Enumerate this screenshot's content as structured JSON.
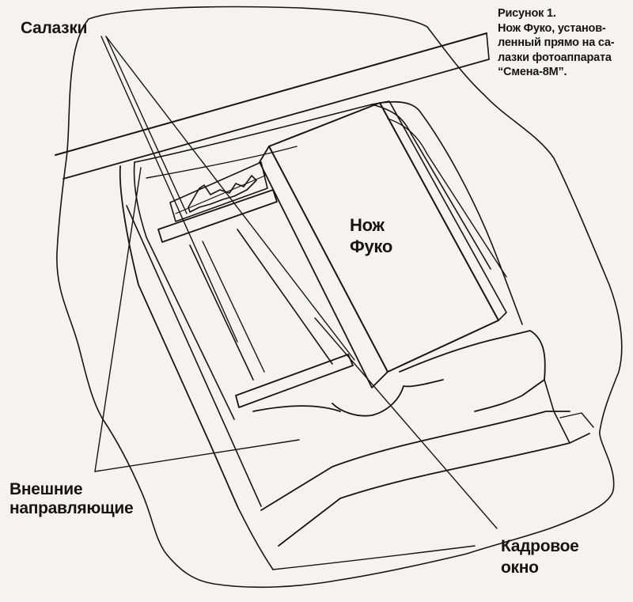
{
  "caption": {
    "text": "Рисунок 1.\nНож Фуко, установ-\nленный прямо на са-\nлазки фотоаппарата\n“Смена-8М”."
  },
  "labels": {
    "slides": "Салазки",
    "knife": "Нож\nФуко",
    "outer_guides": "Внешние\nнаправляющие",
    "frame_window": "Кадровое\nокно"
  },
  "colors": {
    "ink": "#151515",
    "paper": "#f4f3f1"
  }
}
